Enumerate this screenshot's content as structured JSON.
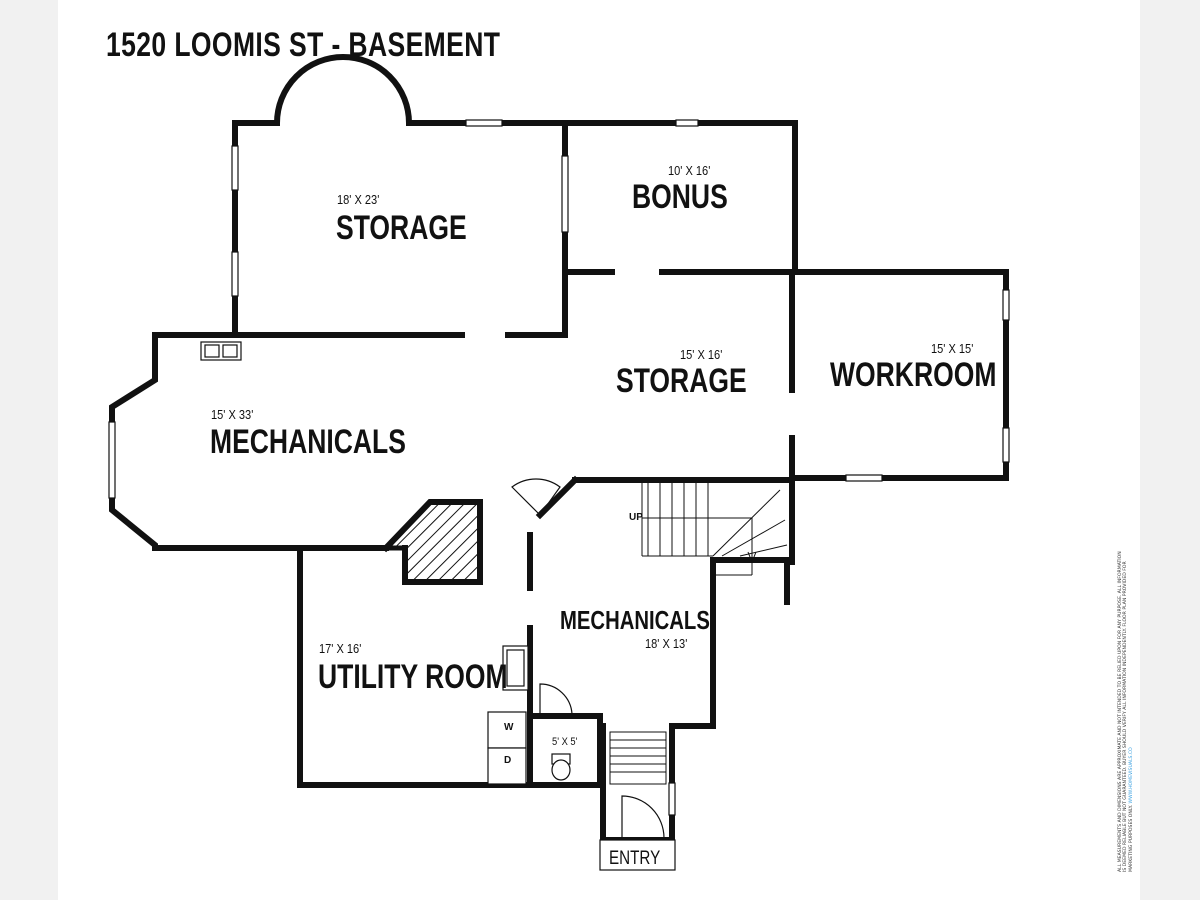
{
  "title": "1520 LOOMIS ST - BASEMENT",
  "rooms": [
    {
      "id": "storage-upper",
      "name": "STORAGE",
      "size": "18' X 23'"
    },
    {
      "id": "bonus",
      "name": "BONUS",
      "size": "10' X 16'"
    },
    {
      "id": "storage-middle",
      "name": "STORAGE",
      "size": "15' X 16'"
    },
    {
      "id": "workroom",
      "name": "WORKROOM",
      "size": "15' X 15'"
    },
    {
      "id": "mechanicals-left",
      "name": "MECHANICALS",
      "size": "15' X 33'"
    },
    {
      "id": "mechanicals-center",
      "name": "MECHANICALS",
      "size": "18' X 13'"
    },
    {
      "id": "utility",
      "name": "UTILITY ROOM",
      "size": "17' X 16'"
    },
    {
      "id": "bath",
      "name": "",
      "size": "5' X 5'"
    }
  ],
  "labels": {
    "stairs_up": "UP",
    "washer": "W",
    "dryer": "D",
    "entry": "ENTRY"
  },
  "disclaimer": {
    "line1": "ALL MEASUREMENTS AND DIMENSIONS ARE APPROXIMATE AND NOT INTENDED TO BE RELIED UPON FOR ANY PURPOSE. ALL INFORMATION",
    "line2": "IS DEEMED RELIABLE BUT NOT GUARANTEED. BUYER SHOULD VERIFY ALL INFORMATION INDEPENDENTLY. FLOOR PLAN PROVIDED FOR",
    "line3": "MARKETING PURPOSES ONLY.",
    "link": "WWW.HOMEVISUALS.CO"
  },
  "colors": {
    "wall": "#111111",
    "window": "#ffffff",
    "background": "#ffffff",
    "margin": "#f1f1f1",
    "link": "#3aa0e0"
  }
}
